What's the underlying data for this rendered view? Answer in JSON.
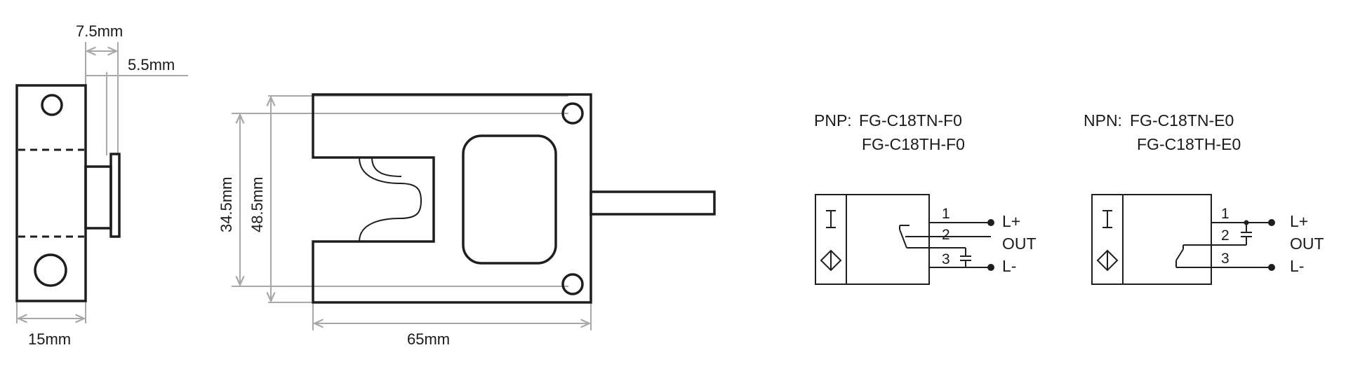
{
  "side_view": {
    "dim_top": "7.5mm",
    "dim_step": "5.5mm",
    "dim_width": "15mm"
  },
  "front_view": {
    "dim_inner_height": "34.5mm",
    "dim_outer_height": "48.5mm",
    "dim_length": "65mm"
  },
  "pnp": {
    "prefix": "PNP:",
    "model_1": "FG-C18TN-F0",
    "model_2": "FG-C18TH-F0",
    "pins": [
      "1",
      "2",
      "3"
    ],
    "terminals": [
      "L+",
      "OUT",
      "L-"
    ]
  },
  "npn": {
    "prefix": "NPN:",
    "model_1": "FG-C18TN-E0",
    "model_2": "FG-C18TH-E0",
    "pins": [
      "1",
      "2",
      "3"
    ],
    "terminals": [
      "L+",
      "OUT",
      "L-"
    ]
  }
}
